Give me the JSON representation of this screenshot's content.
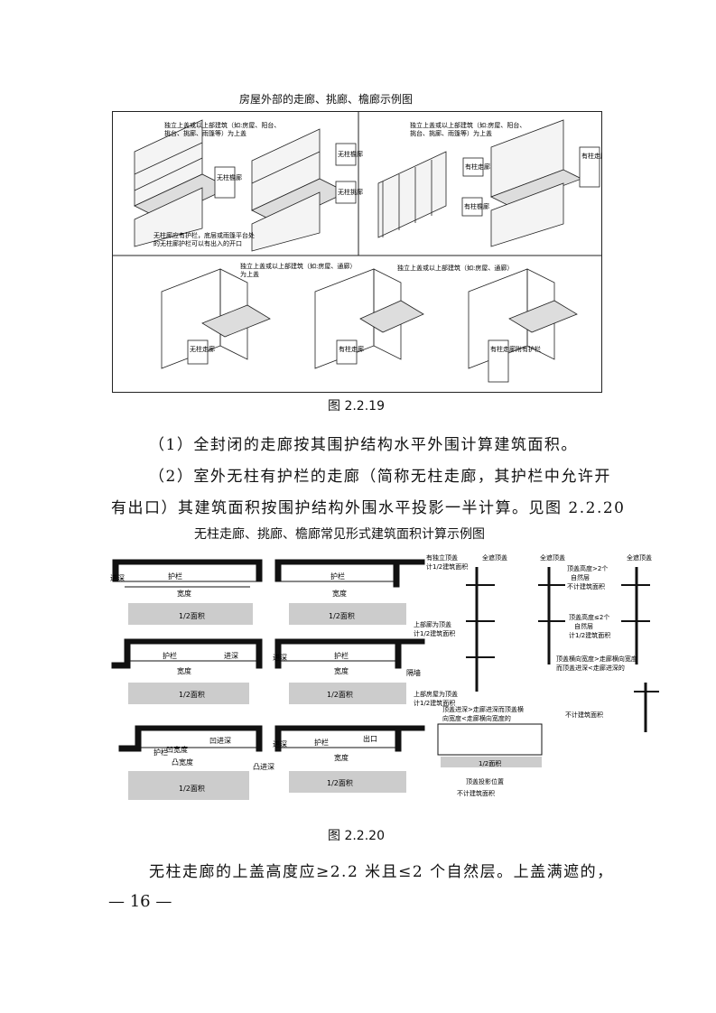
{
  "figure1": {
    "title": "房屋外部的走廊、挑廊、檐廊示例图",
    "label": "图 2.2.19",
    "panel_a": {
      "note_top": "独立上盖或以上部建筑（如:房屋、阳台、",
      "note_top2": "挑台、挑廊、雨篷等）为上盖",
      "box1": "无柱檐廊",
      "box2": "无柱走廊",
      "box3": "无柱挑廊",
      "note_bottom": "无柱廊应有护栏，底层或雨篷平台处",
      "note_bottom2": "的无柱廊护栏可以有出入的开口"
    },
    "panel_b": {
      "note_top": "独立上盖或以上部建筑（如:房屋、阳台、",
      "note_top2": "挑台、挑廊、雨篷等）为上盖",
      "box1": "有柱走廊",
      "box2": "有柱檐廊",
      "box3": "有柱走廊附有护栏"
    },
    "panel_c": {
      "note_top": "独立上盖或以上部建筑（如:房屋、通廊）",
      "note_top2": "为上盖",
      "note_top_right": "独立上盖或以上部建筑（如:房屋、通廊）",
      "box1": "无柱走廊",
      "box2": "有柱走廊",
      "box3": "有柱走廊附有护栏"
    }
  },
  "paragraph1": "（1）全封闭的走廊按其围护结构水平外围计算建筑面积。",
  "paragraph2_line1": "（2）室外无柱有护栏的走廊（简称无柱走廊，其护栏中允许开",
  "paragraph2_line2": "有出口）其建筑面积按围护结构外围水平投影一半计算。见图 2.2.20",
  "figure2": {
    "title": "无柱走廊、挑廊、檐廊常见形式建筑面积计算示例图",
    "label": "图 2.2.20",
    "plans": {
      "jinshen": "进深",
      "hulan": "护栏",
      "kuandu": "宽度",
      "half_area": "1/2面积",
      "geqiang": "隔墙",
      "ao_kuandu": "凹宽度",
      "ao_jinshen": "凹进深",
      "tu_kuandu": "凸宽度",
      "tu_jinshen": "凸进深",
      "chukou": "出口"
    },
    "sections": {
      "full_roof": "全遮顶盖",
      "independent_roof": "有独立顶盖",
      "independent_roof2": "计1/2建筑面积",
      "upper_corridor": "上部廊为顶盖",
      "upper_corridor2": "计1/2建筑面积",
      "upper_house": "上部房屋为顶盖",
      "upper_house2": "计1/2建筑面积",
      "height_gt2": "顶盖高度>2个",
      "height_gt2_b": "自然层",
      "height_gt2_c": "不计建筑面积",
      "height_le2": "顶盖高度≤2个",
      "height_le2_b": "自然层",
      "height_le2_c": "计1/2建筑面积",
      "width_note": "顶盖横向宽度>走廊横向宽度",
      "width_note2": "而顶盖进深<走廊进深的",
      "not_counted": "不计建筑面积",
      "depth_note": "顶盖进深>走廊进深而顶盖横",
      "depth_note2": "向宽度<走廊横向宽度的",
      "projection": "顶盖投影位置",
      "not_counted2": "不计建筑面积",
      "half_area": "1/2面积"
    }
  },
  "paragraph3": "无柱走廊的上盖高度应≥2.2 米且≤2 个自然层。上盖满遮的，",
  "page_number": "— 16 —"
}
